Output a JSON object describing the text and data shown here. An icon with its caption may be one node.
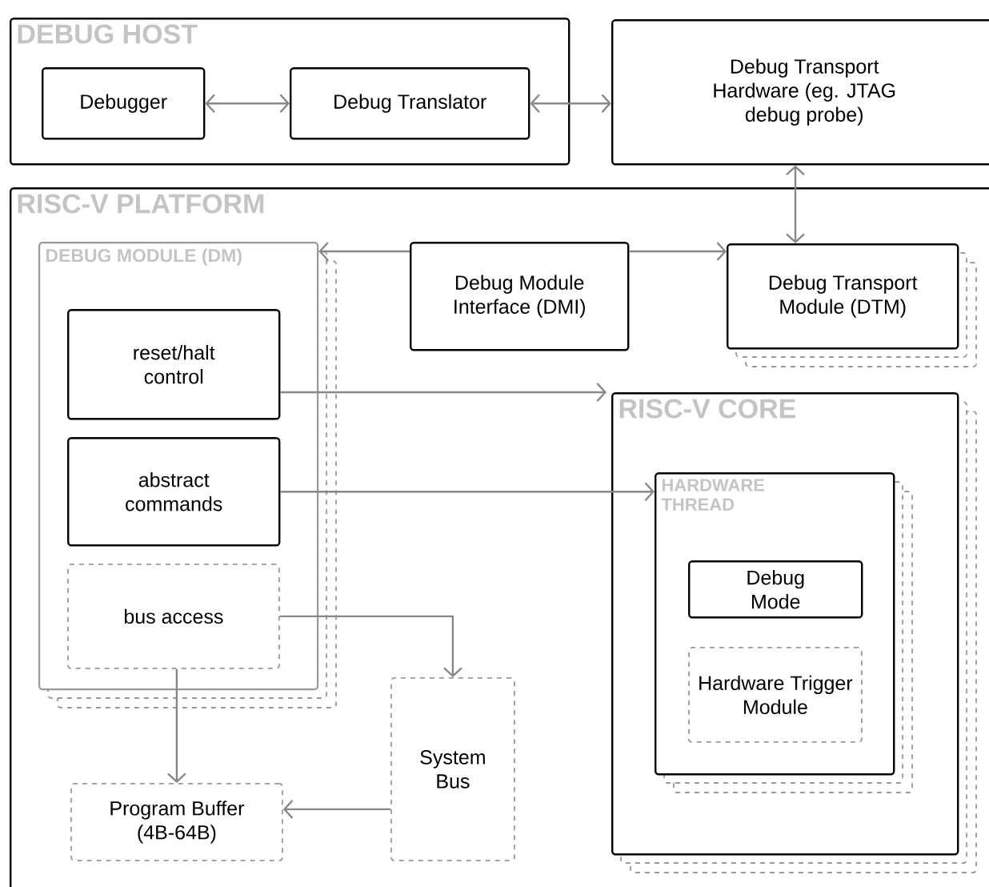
{
  "diagram": {
    "nodes": [
      {
        "text": [
          "DEBUG HOST"
        ]
      },
      {
        "text": [
          "Debugger"
        ],
        "in": 0
      },
      {
        "text": [
          "Debug Translator"
        ],
        "in": 0
      },
      {
        "text": [
          "Debug Transport Hardware (eg. JTAG debug probe)"
        ]
      },
      {
        "text": [
          "RISC-V PLATFORM"
        ]
      },
      {
        "text": [
          "DEBUG MODULE (DM)"
        ],
        "in": 4
      },
      {
        "text": [
          "reset/halt control"
        ],
        "in": 5
      },
      {
        "text": [
          "abstract commands"
        ],
        "in": 5
      },
      {
        "text": [
          "bus access"
        ],
        "in": 5
      },
      {
        "text": [
          "Debug Module Interface (DMI)"
        ],
        "in": 4
      },
      {
        "text": [
          "Debug Transport Module (DTM)"
        ],
        "in": 4
      },
      {
        "text": [
          "RISC-V CORE"
        ],
        "in": 4
      },
      {
        "text": [
          "HARDWARE THREAD"
        ],
        "in": 11
      },
      {
        "text": [
          "Debug Mode"
        ],
        "in": 12
      },
      {
        "text": [
          "Hardware Trigger Module"
        ],
        "in": 12
      },
      {
        "text": [
          "System Bus"
        ],
        "in": 4
      },
      {
        "text": [
          "Program Buffer (4B-64B)"
        ],
        "in": 4
      }
    ],
    "edges": [
      {
        "from": 1,
        "to": 2,
        "arrow": "both"
      },
      {
        "from": 2,
        "to": 3,
        "arrow": "both"
      },
      {
        "from": 3,
        "to": 10,
        "arrow": "both"
      },
      {
        "from": 9,
        "to": 5,
        "arrow": "to"
      },
      {
        "from": 9,
        "to": 10,
        "arrow": "to"
      },
      {
        "from": 6,
        "to": 11,
        "arrow": "to"
      },
      {
        "from": 7,
        "to": 12,
        "arrow": "to"
      },
      {
        "from": 8,
        "to": 15,
        "arrow": "to"
      },
      {
        "from": 8,
        "to": 16,
        "arrow": "to"
      },
      {
        "from": 15,
        "to": 16,
        "arrow": "to"
      }
    ]
  }
}
